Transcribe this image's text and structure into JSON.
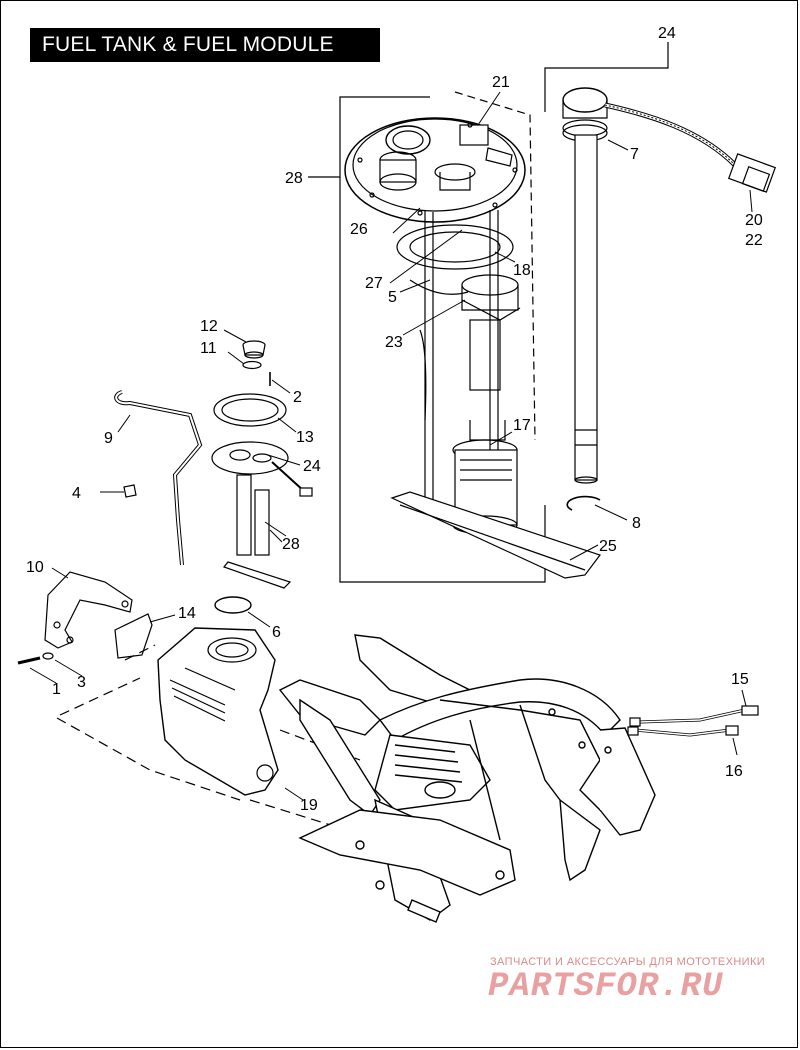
{
  "title": "FUEL TANK & FUEL MODULE",
  "watermark": {
    "tagline": "ЗАПЧАСТИ И АКСЕССУАРЫ ДЛЯ МОТОТЕХНИКИ",
    "brand": "PARTSFOR.RU"
  },
  "callouts": {
    "c1": "1",
    "c2": "2",
    "c3": "3",
    "c4": "4",
    "c5": "5",
    "c6": "6",
    "c7": "7",
    "c8": "8",
    "c9": "9",
    "c10": "10",
    "c11": "11",
    "c12": "12",
    "c13": "13",
    "c14": "14",
    "c15": "15",
    "c16": "16",
    "c17": "17",
    "c18": "18",
    "c19": "19",
    "c20": "20",
    "c21": "21",
    "c22": "22",
    "c23": "23",
    "c24a": "24",
    "c24b": "24",
    "c25": "25",
    "c26": "26",
    "c27": "27",
    "c28a": "28",
    "c28b": "28"
  },
  "colors": {
    "ink": "#000000",
    "paper": "#ffffff",
    "watermark": "#e9a0a0"
  }
}
